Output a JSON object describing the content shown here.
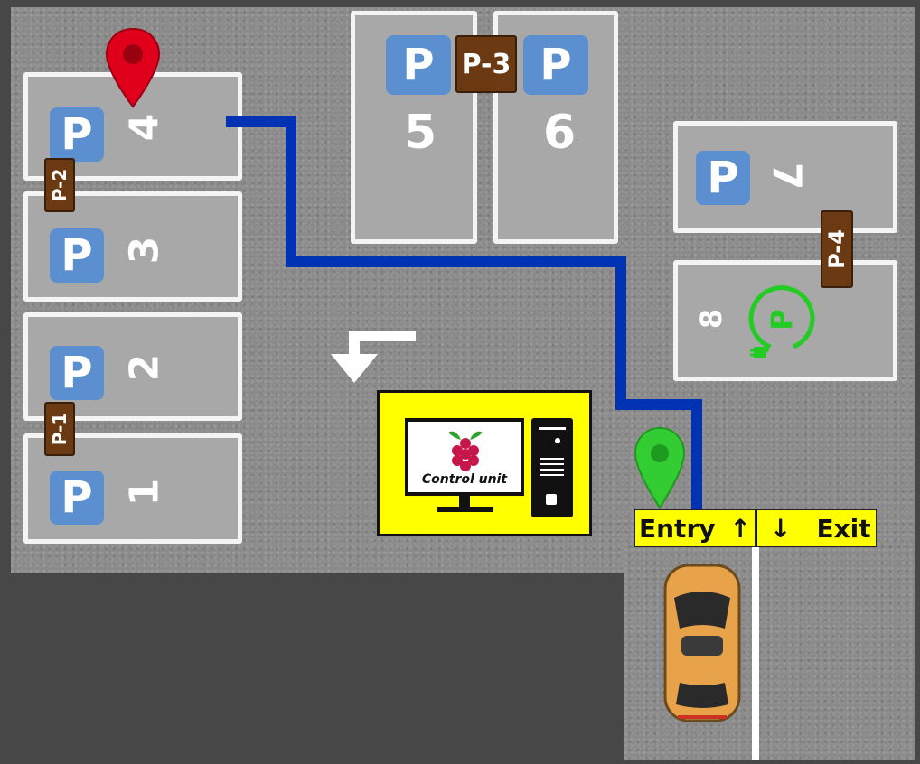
{
  "slots": [
    {
      "id": "1",
      "number": "1"
    },
    {
      "id": "2",
      "number": "2"
    },
    {
      "id": "3",
      "number": "3"
    },
    {
      "id": "4",
      "number": "4"
    },
    {
      "id": "5",
      "number": "5"
    },
    {
      "id": "6",
      "number": "6"
    },
    {
      "id": "7",
      "number": "7"
    },
    {
      "id": "8",
      "number": "8"
    }
  ],
  "parking_sign_letter": "P",
  "zone_labels": [
    "P-1",
    "P-2",
    "P-3",
    "P-4"
  ],
  "control_unit": {
    "label": "Control unit"
  },
  "gate": {
    "entry": "Entry",
    "exit": "Exit",
    "entry_arrow": "↑",
    "exit_arrow": "↓"
  },
  "icons": {
    "target_pin": "red-location-pin-icon",
    "start_pin": "green-location-pin-icon",
    "ev_charging": "ev-charging-icon",
    "raspberry_pi": "raspberry-pi-icon",
    "turn_arrow": "turn-left-arrow-icon"
  },
  "colors": {
    "route": "#0033b3",
    "target_pin": "#e0001b",
    "start_pin": "#33cc33",
    "parking_sign": "#5b8fd0",
    "zone_label": "#6b3a13",
    "control_unit_bg": "#ffff00",
    "ev": "#22cc22",
    "car": "#e8a24a"
  }
}
